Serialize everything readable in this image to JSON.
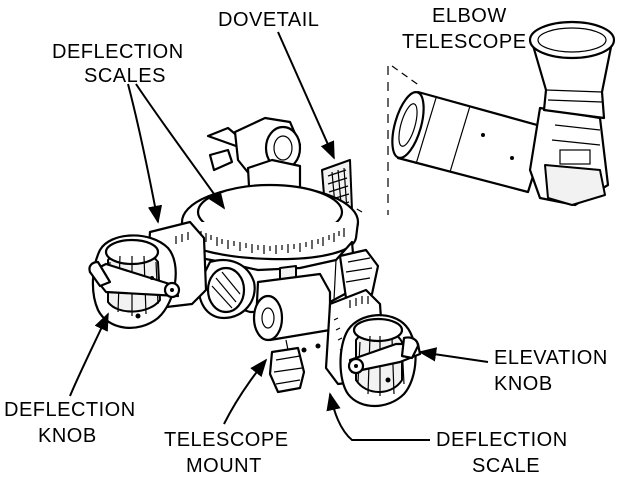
{
  "labels": {
    "dovetail": "DOVETAIL",
    "elbow_telescope_1": "ELBOW",
    "elbow_telescope_2": "TELESCOPE",
    "deflection_scales_1": "DEFLECTION",
    "deflection_scales_2": "SCALES",
    "deflection_knob_1": "DEFLECTION",
    "deflection_knob_2": "KNOB",
    "telescope_mount_1": "TELESCOPE",
    "telescope_mount_2": "MOUNT",
    "deflection_scale_1": "DEFLECTION",
    "deflection_scale_2": "SCALE",
    "elevation_knob_1": "ELEVATION",
    "elevation_knob_2": "KNOB"
  },
  "colors": {
    "ink": "#000000",
    "paper": "#ffffff"
  }
}
